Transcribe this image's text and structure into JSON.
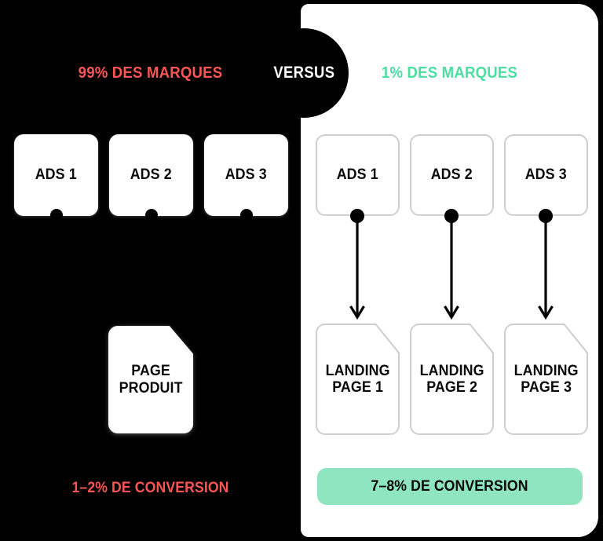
{
  "comparison": {
    "versus_label": "VERSUS",
    "left": {
      "heading": "99% DES MARQUES",
      "ads": [
        {
          "label": "ADS 1"
        },
        {
          "label": "ADS 2"
        },
        {
          "label": "ADS 3"
        }
      ],
      "destination": "PAGE\nPRODUIT",
      "destination_line1": "PAGE",
      "destination_line2": "PRODUIT",
      "conversion": "1–2% DE CONVERSION",
      "accent_color": "#fb5555"
    },
    "right": {
      "heading": "1% DES MARQUES",
      "ads": [
        {
          "label": "ADS 1"
        },
        {
          "label": "ADS 2"
        },
        {
          "label": "ADS 3"
        }
      ],
      "landing_pages": [
        {
          "line1": "LANDING",
          "line2": "PAGE 1"
        },
        {
          "line1": "LANDING",
          "line2": "PAGE 2"
        },
        {
          "line1": "LANDING",
          "line2": "PAGE 3"
        }
      ],
      "conversion": "7–8% DE CONVERSION",
      "accent_color": "#4ddea1",
      "badge_color": "#8fe5c0"
    }
  },
  "icons": {
    "node_dot": "node-dot-icon",
    "arrow_down": "arrow-down-icon"
  },
  "theme": {
    "background": "#000000",
    "panel": "#ffffff",
    "card_border": "#cfcfcf",
    "text_dark": "#0a0a0a",
    "text_light": "#ffffff"
  }
}
